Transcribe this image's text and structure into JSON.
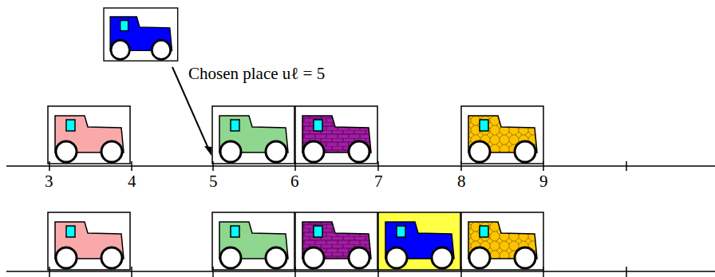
{
  "diagram": {
    "labels": [
      "Chosen place uℓ = 5",
      "3",
      "4",
      "5",
      "6",
      "7",
      "8",
      "9"
    ]
  }
}
